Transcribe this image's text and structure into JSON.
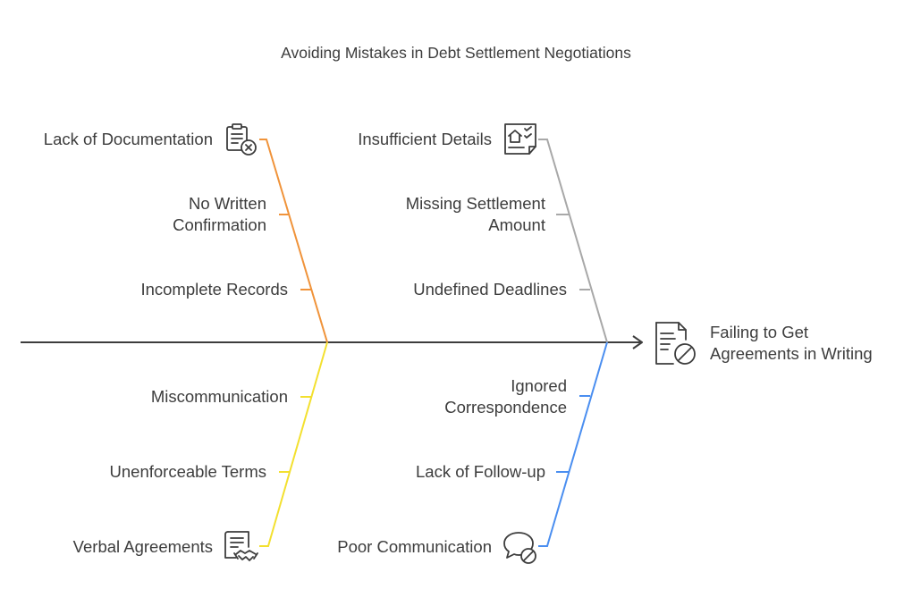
{
  "title": "Avoiding Mistakes in Debt Settlement Negotiations",
  "effect": {
    "line1": "Failing to Get",
    "line2": "Agreements in Writing",
    "icon": "document-ban-icon"
  },
  "colors": {
    "documentation": "#f0933a",
    "details": "#a8a8a8",
    "verbal": "#f3e02f",
    "communication": "#4a8ef0",
    "spine": "#3d3d3d"
  },
  "categories": {
    "documentation": {
      "name": "Lack of Documentation",
      "icon": "clipboard-x-icon",
      "causes": [
        {
          "line1": "No Written",
          "line2": "Confirmation"
        },
        {
          "line1": "Incomplete Records"
        }
      ]
    },
    "details": {
      "name": "Insufficient Details",
      "icon": "checklist-home-icon",
      "causes": [
        {
          "line1": "Missing Settlement",
          "line2": "Amount"
        },
        {
          "line1": "Undefined Deadlines"
        }
      ]
    },
    "verbal": {
      "name": "Verbal Agreements",
      "icon": "contract-handshake-icon",
      "causes": [
        {
          "line1": "Miscommunication"
        },
        {
          "line1": "Unenforceable Terms"
        }
      ]
    },
    "communication": {
      "name": "Poor Communication",
      "icon": "chat-ban-icon",
      "causes": [
        {
          "line1": "Ignored",
          "line2": "Correspondence"
        },
        {
          "line1": "Lack of Follow-up"
        }
      ]
    }
  }
}
